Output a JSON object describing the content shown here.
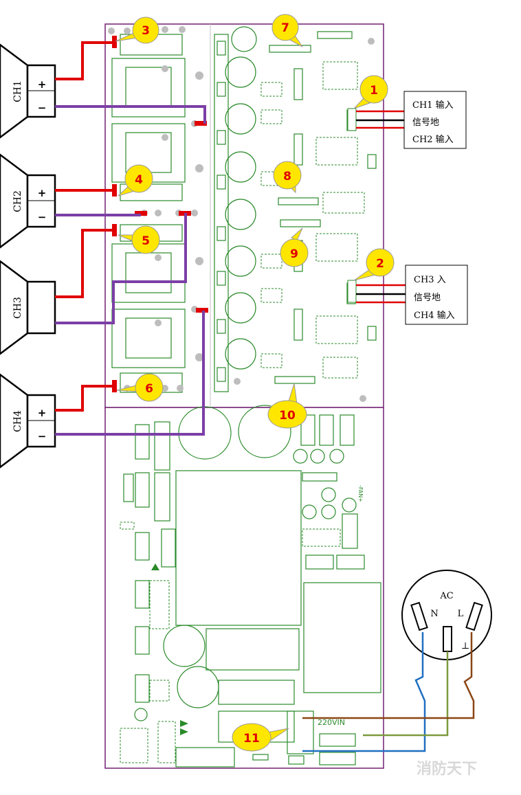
{
  "channels": [
    {
      "id": "ch1",
      "label": "CH1",
      "plus": "+",
      "minus": "−"
    },
    {
      "id": "ch2",
      "label": "CH2",
      "plus": "+",
      "minus": "−"
    },
    {
      "id": "ch3",
      "label": "CH3",
      "plus": "",
      "minus": ""
    },
    {
      "id": "ch4",
      "label": "CH4",
      "plus": "+",
      "minus": "−"
    }
  ],
  "callouts": [
    "1",
    "2",
    "3",
    "4",
    "5",
    "6",
    "7",
    "8",
    "9",
    "10",
    "11"
  ],
  "input_box_a": [
    "CH1 输入",
    "信号地",
    "CH2 输入"
  ],
  "input_box_b": [
    "CH3 入",
    "信号地",
    "CH4 输入"
  ],
  "ac_socket": {
    "title": "AC",
    "n": "N",
    "l": "L",
    "ground": "⊥"
  },
  "board_marks": {
    "power_in": "220VIN",
    "fan": "-FAN+"
  },
  "watermark": "消防天下",
  "colors": {
    "positive": "#e00000",
    "negative": "#7b3fa6",
    "pcb_outline": "#7a2d7a",
    "neutral": "#1f6fc0",
    "earth": "#7c9a3c",
    "live": "#8b4513",
    "callout": "#ffe600"
  }
}
